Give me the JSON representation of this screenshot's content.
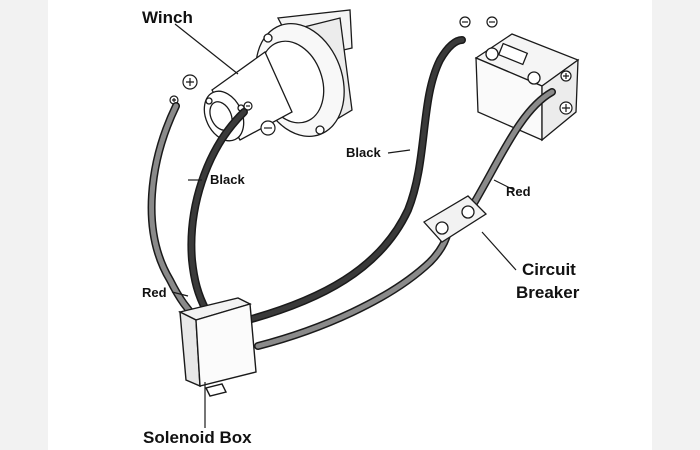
{
  "diagram": {
    "labels": {
      "winch": "Winch",
      "black_left": "Black",
      "black_right": "Black",
      "red_left": "Red",
      "red_right": "Red",
      "circuit_breaker_line1": "Circuit",
      "circuit_breaker_line2": "Breaker",
      "solenoid_box": "Solenoid Box"
    },
    "colors": {
      "background": "#ffffff",
      "margin": "#f2f2f2",
      "outline": "#1a1a1a",
      "black_cable": "#333333",
      "red_cable": "#888888"
    }
  }
}
